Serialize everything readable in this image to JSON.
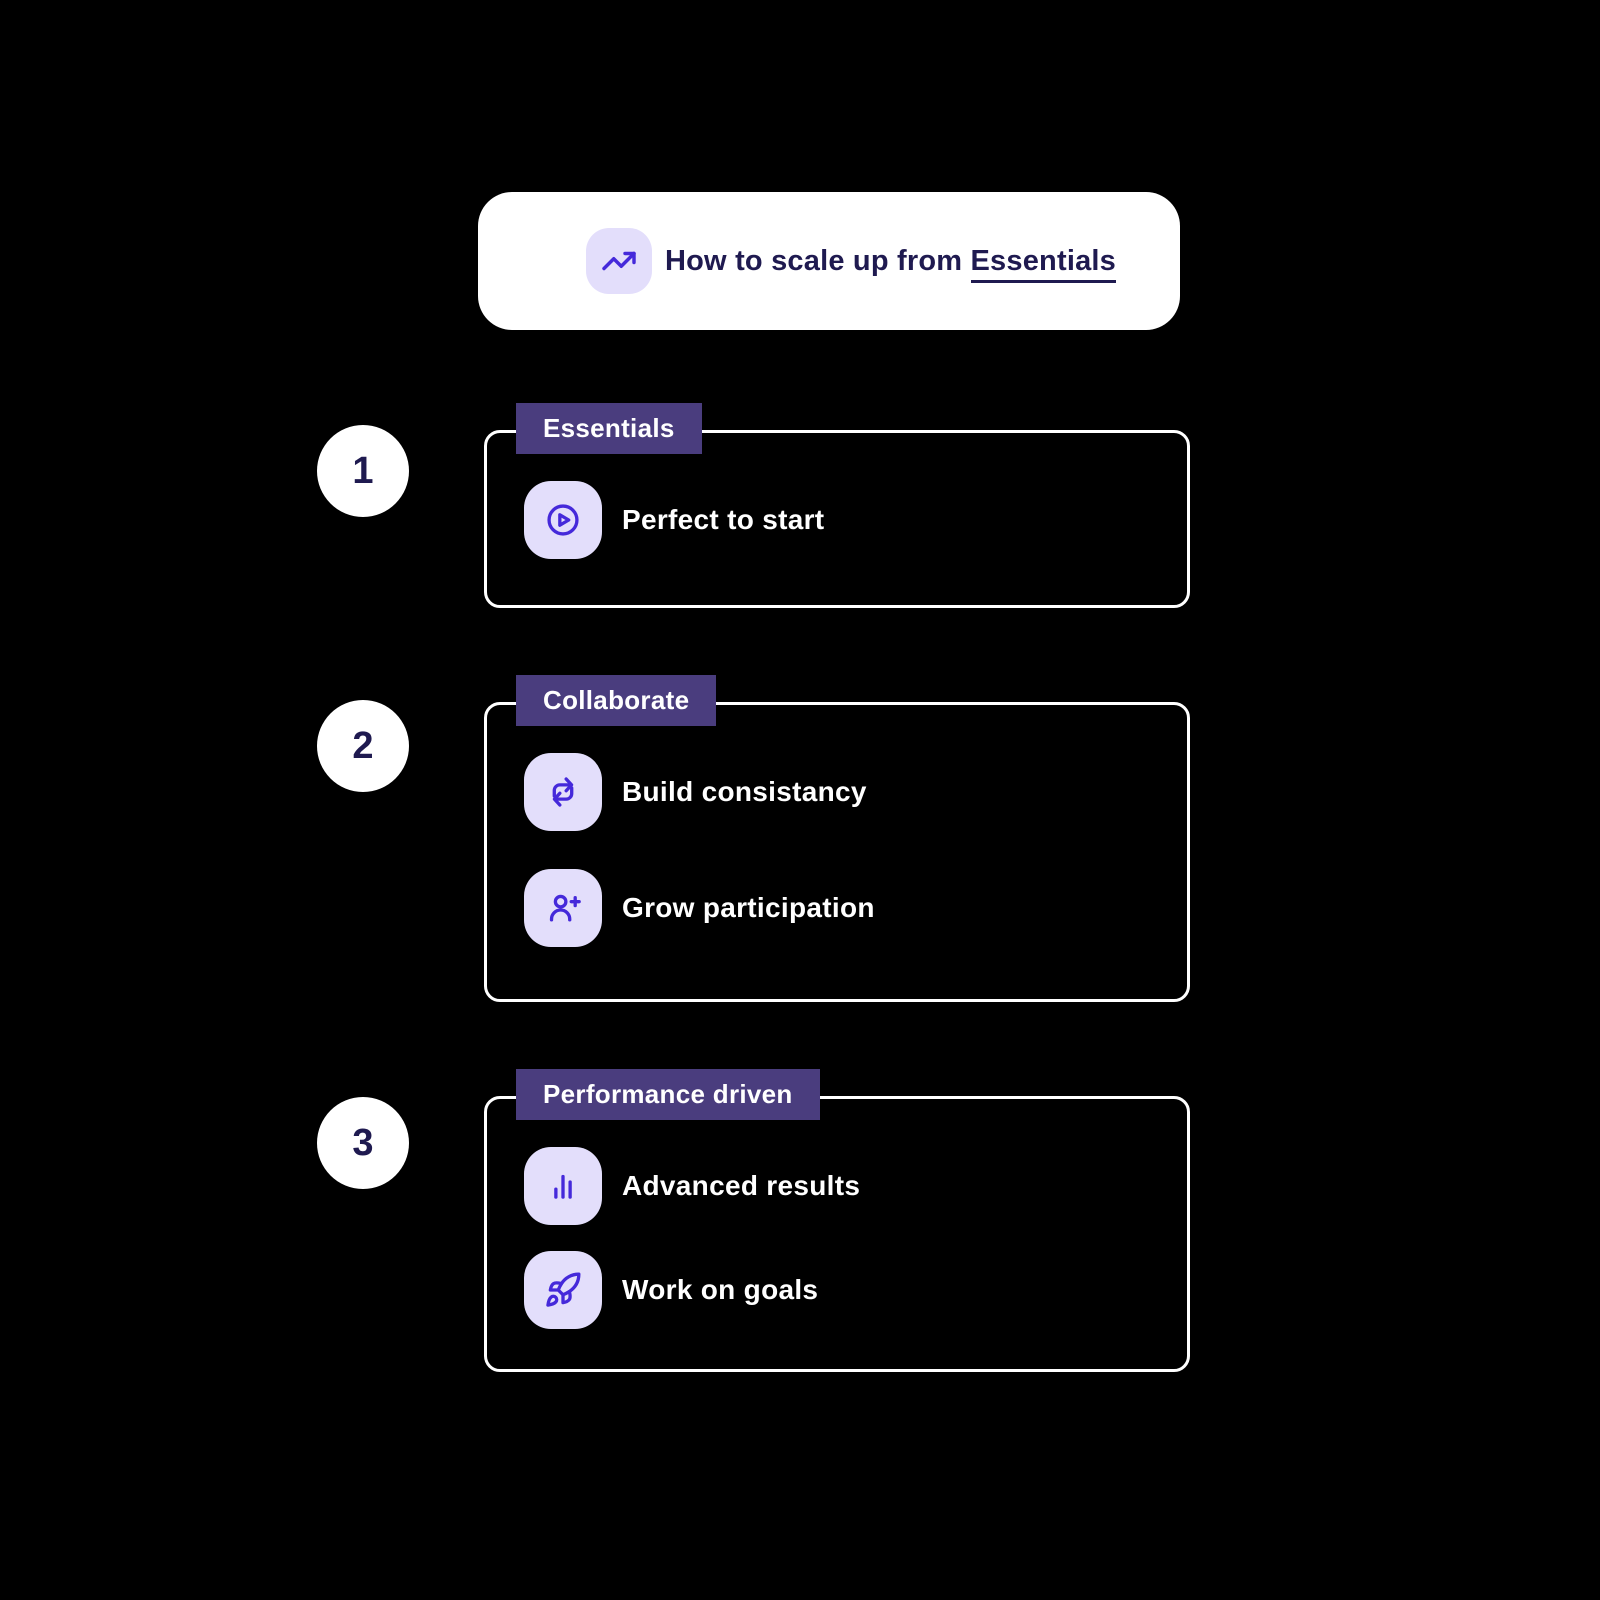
{
  "colors": {
    "background": "#000000",
    "card": "#ffffff",
    "tab": "#4a3d7e",
    "icon_background": "#e3defb",
    "icon_stroke": "#4529da",
    "heading_text": "#1f1a50",
    "body_text": "#ffffff"
  },
  "header": {
    "icon": "trending-up-icon",
    "title_prefix": "How to scale up from ",
    "title_link": "Essentials"
  },
  "sections": [
    {
      "number": "1",
      "label": "Essentials",
      "items": [
        {
          "icon": "play-circle-icon",
          "text": "Perfect to start"
        }
      ]
    },
    {
      "number": "2",
      "label": "Collaborate",
      "items": [
        {
          "icon": "repeat-icon",
          "text": "Build consistancy"
        },
        {
          "icon": "user-plus-icon",
          "text": "Grow participation"
        }
      ]
    },
    {
      "number": "3",
      "label": "Performance driven",
      "items": [
        {
          "icon": "bar-chart-icon",
          "text": "Advanced results"
        },
        {
          "icon": "rocket-icon",
          "text": "Work on goals"
        }
      ]
    }
  ]
}
